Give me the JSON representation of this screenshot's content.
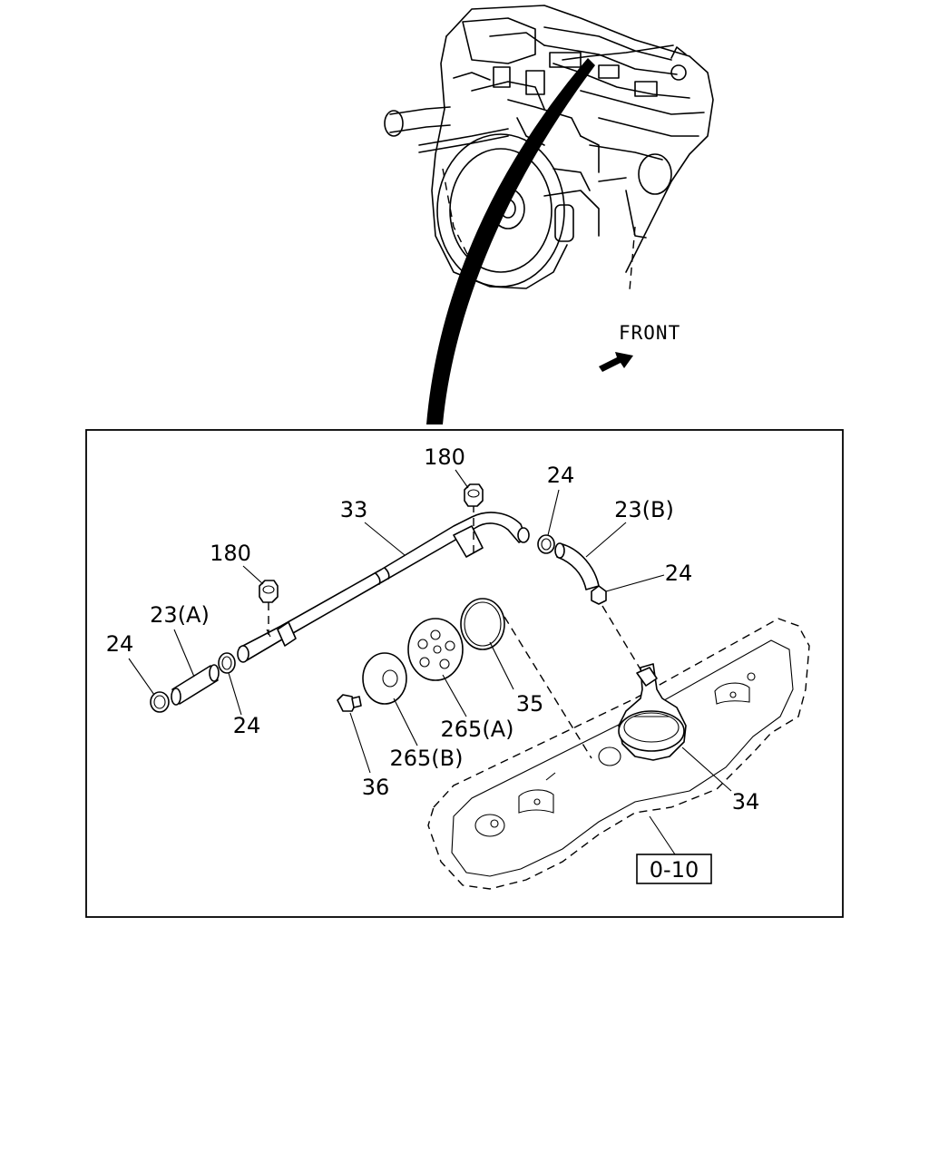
{
  "diagram": {
    "front_label": "FRONT",
    "reference_box": "0-10",
    "callouts": [
      {
        "id": "c180a",
        "text": "180"
      },
      {
        "id": "c24a",
        "text": "24"
      },
      {
        "id": "c33",
        "text": "33"
      },
      {
        "id": "c23b",
        "text": "23(B)"
      },
      {
        "id": "c24b",
        "text": "24"
      },
      {
        "id": "c180b",
        "text": "180"
      },
      {
        "id": "c23a",
        "text": "23(A)"
      },
      {
        "id": "c24c",
        "text": "24"
      },
      {
        "id": "c24d",
        "text": "24"
      },
      {
        "id": "c35",
        "text": "35"
      },
      {
        "id": "c265a",
        "text": "265(A)"
      },
      {
        "id": "c265b",
        "text": "265(B)"
      },
      {
        "id": "c36",
        "text": "36"
      },
      {
        "id": "c34",
        "text": "34"
      }
    ]
  }
}
